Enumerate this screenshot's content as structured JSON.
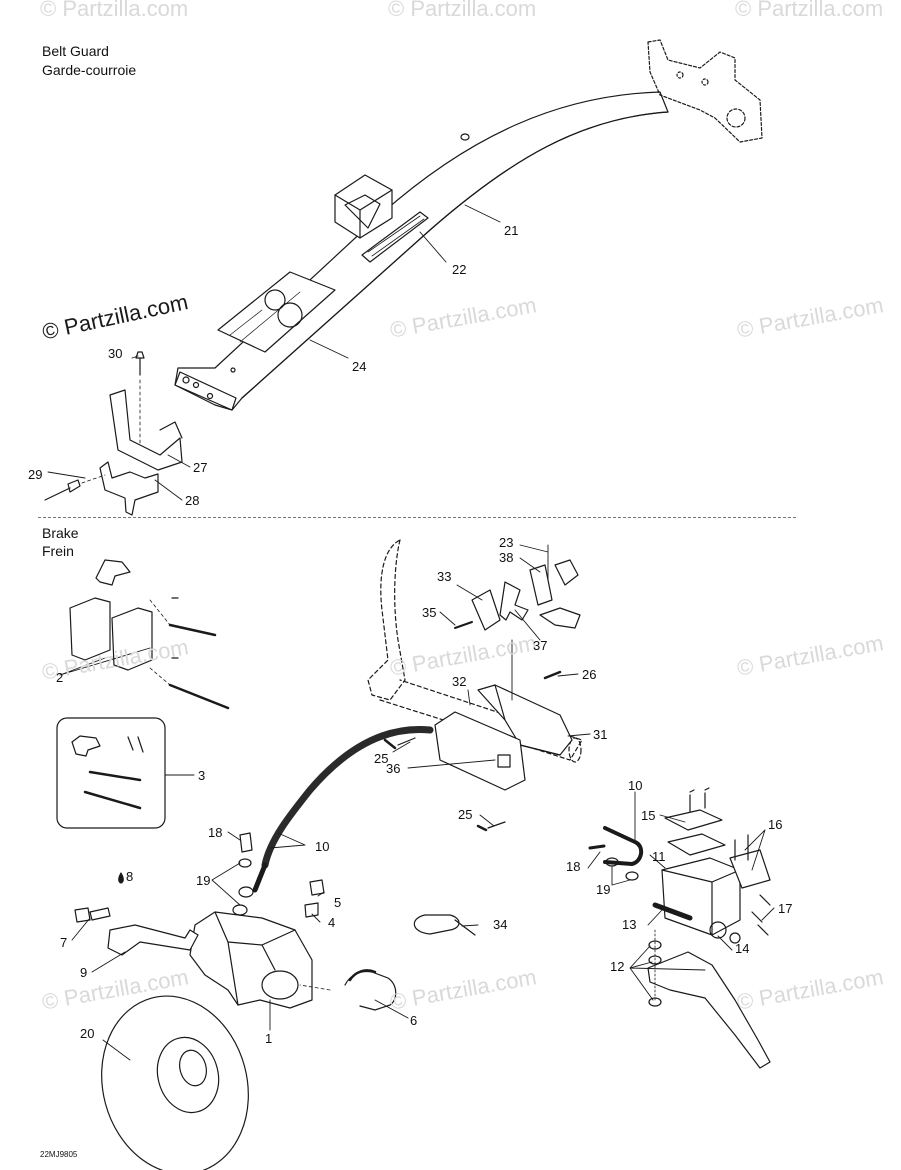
{
  "sections": {
    "belt_guard": {
      "title_en": "Belt Guard",
      "title_fr": "Garde-courroie"
    },
    "brake": {
      "title_en": "Brake",
      "title_fr": "Frein"
    }
  },
  "watermark_text": "© Partzilla.com",
  "diagram_code": "22MJ9805",
  "callouts": {
    "c21": "21",
    "c22": "22",
    "c24": "24",
    "c30": "30",
    "c27": "27",
    "c29": "29",
    "c28": "28",
    "c23": "23",
    "c38": "38",
    "c33": "33",
    "c35": "35",
    "c37": "37",
    "c26": "26",
    "c32": "32",
    "c31": "31",
    "c2": "2",
    "c3": "3",
    "c25a": "25",
    "c36": "36",
    "c25b": "25",
    "c10a": "10",
    "c10b": "10",
    "c15": "15",
    "c16": "16",
    "c18a": "18",
    "c18b": "18",
    "c19a": "19",
    "c19b": "19",
    "c11": "11",
    "c8": "8",
    "c5": "5",
    "c4": "4",
    "c17": "17",
    "c7": "7",
    "c34": "34",
    "c13": "13",
    "c14": "14",
    "c9": "9",
    "c12": "12",
    "c6": "6",
    "c1": "1",
    "c20": "20"
  },
  "colors": {
    "line": "#1a1a1a",
    "watermark": "#d9d9d9",
    "hose": "#2a2a2a"
  }
}
